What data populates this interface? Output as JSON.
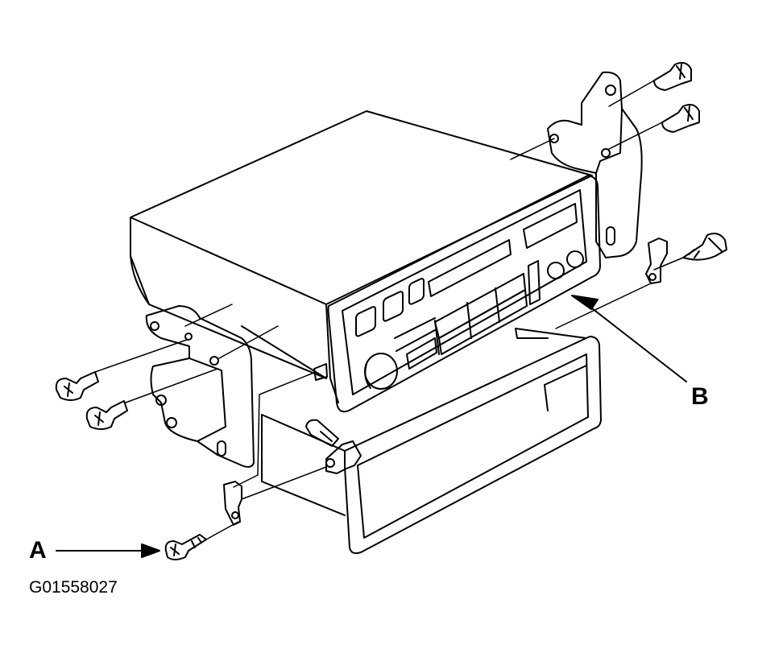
{
  "callouts": {
    "a": "A",
    "b": "B"
  },
  "figure_id": "G01558027",
  "colors": {
    "line": "#000000",
    "background": "#ffffff"
  }
}
